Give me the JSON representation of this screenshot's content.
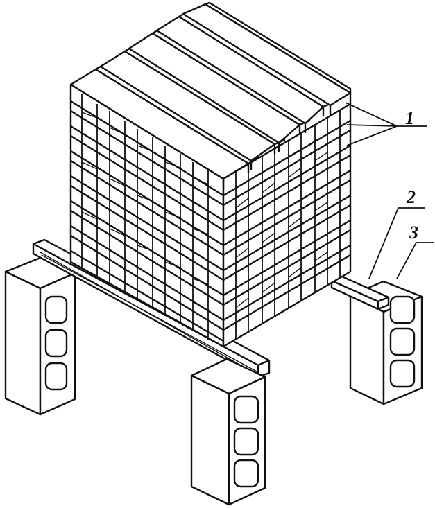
{
  "figure": {
    "callouts": [
      {
        "id": "1",
        "text": "1"
      },
      {
        "id": "2",
        "text": "2"
      },
      {
        "id": "3",
        "text": "3"
      }
    ]
  },
  "colors": {
    "ink": "#111111",
    "paper": "#ffffff"
  }
}
